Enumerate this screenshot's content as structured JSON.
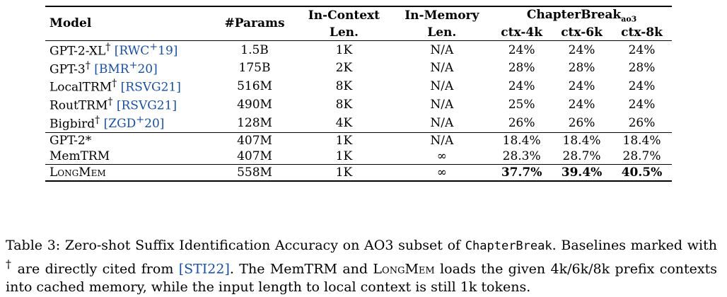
{
  "table": {
    "headers": {
      "model": "Model",
      "params": "#Params",
      "in_context_1": "In-Context",
      "in_context_2": "Len.",
      "in_memory_1": "In-Memory",
      "in_memory_2": "Len.",
      "chapterbreak": "ChapterBreak",
      "chapterbreak_sub": "ao3",
      "ctx4": "ctx-4k",
      "ctx6": "ctx-6k",
      "ctx8": "ctx-8k"
    },
    "rows": [
      {
        "model": "GPT-2-XL",
        "mark": "†",
        "cite": "[RWC+19]",
        "params": "1.5B",
        "inctx": "1K",
        "inmem": "N/A",
        "c4": "24%",
        "c6": "24%",
        "c8": "24%"
      },
      {
        "model": "GPT-3",
        "mark": "†",
        "cite": "[BMR+20]",
        "params": "175B",
        "inctx": "2K",
        "inmem": "N/A",
        "c4": "28%",
        "c6": "28%",
        "c8": "28%"
      },
      {
        "model": "LocalTRM",
        "mark": "†",
        "cite": "[RSVG21]",
        "params": "516M",
        "inctx": "8K",
        "inmem": "N/A",
        "c4": "24%",
        "c6": "24%",
        "c8": "24%"
      },
      {
        "model": "RoutTRM",
        "mark": "†",
        "cite": "[RSVG21]",
        "params": "490M",
        "inctx": "8K",
        "inmem": "N/A",
        "c4": "25%",
        "c6": "24%",
        "c8": "24%"
      },
      {
        "model": "Bigbird",
        "mark": "†",
        "cite": "[ZGD+20]",
        "params": "128M",
        "inctx": "4K",
        "inmem": "N/A",
        "c4": "26%",
        "c6": "26%",
        "c8": "26%"
      },
      {
        "model": "GPT-2*",
        "params": "407M",
        "inctx": "1K",
        "inmem": "N/A",
        "c4": "18.4%",
        "c6": "18.4%",
        "c8": "18.4%"
      },
      {
        "model": "MemTRM",
        "params": "407M",
        "inctx": "1K",
        "inmem": "∞",
        "c4": "28.3%",
        "c6": "28.7%",
        "c8": "28.7%"
      },
      {
        "model": "LongMem",
        "params": "558M",
        "inctx": "1K",
        "inmem": "∞",
        "c4": "37.7%",
        "c6": "39.4%",
        "c8": "40.5%"
      }
    ]
  },
  "caption": {
    "p1": "Table 3: Zero-shot Suffix Identification Accuracy on AO3 subset of ",
    "mono": "ChapterBreak",
    "p2": ". Baselines marked with ",
    "mark": "†",
    "p3": " are directly cited from ",
    "cite": "[STI22]",
    "p4": ". The MemTRM and ",
    "sc": "LongMem",
    "p5": " loads the given 4k/6k/8k prefix contexts into cached memory, while the input length to local context is still 1k tokens."
  }
}
